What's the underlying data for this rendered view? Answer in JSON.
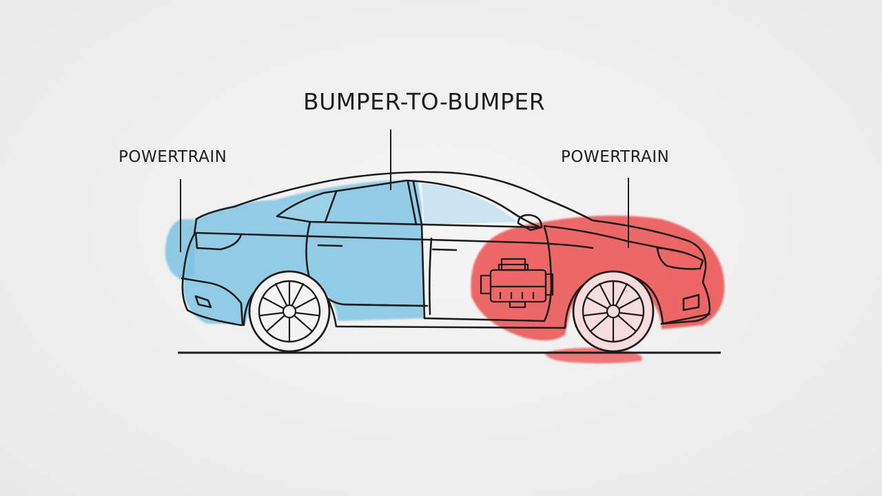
{
  "labels": {
    "main": "BUMPER-TO-BUMPER",
    "left": "POWERTRAIN",
    "right": "POWERTRAIN"
  },
  "colors": {
    "outline": "#1c1c1c",
    "bumper_to_bumper_fill": "#7ec3e3",
    "powertrain_fill": "#ec4f4f",
    "background": "#efefef"
  },
  "icons": {
    "car": "sedan-side-view",
    "engine": "engine-icon"
  }
}
